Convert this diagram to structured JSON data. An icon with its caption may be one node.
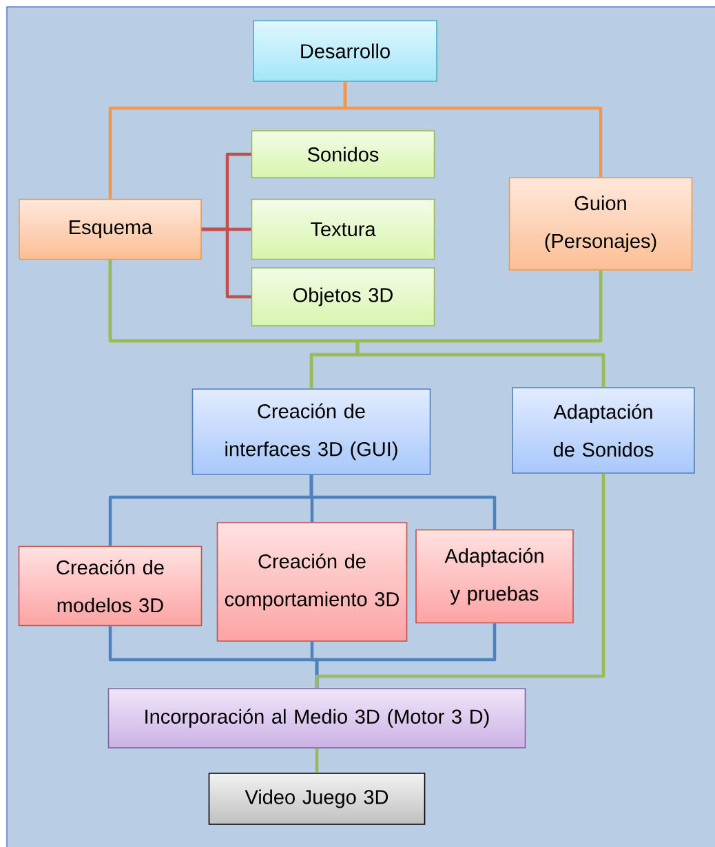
{
  "diagram": {
    "nodes": [
      {
        "text": [
          "Desarrollo"
        ]
      },
      {
        "text": [
          "Esquema"
        ]
      },
      {
        "text": [
          "Sonidos"
        ]
      },
      {
        "text": [
          "Textura"
        ]
      },
      {
        "text": [
          "Objetos 3D"
        ]
      },
      {
        "text": [
          "Guion (Personajes)"
        ]
      },
      {
        "text": [
          "Creación de interfaces 3D (GUI)"
        ]
      },
      {
        "text": [
          "Adaptación de Sonidos"
        ]
      },
      {
        "text": [
          "Creación de modelos 3D"
        ]
      },
      {
        "text": [
          "Creación de comportamiento 3D"
        ]
      },
      {
        "text": [
          "Adaptación y pruebas"
        ]
      },
      {
        "text": [
          "Incorporación al Medio 3D (Motor 3 D)"
        ]
      },
      {
        "text": [
          "Video Juego 3D"
        ]
      }
    ],
    "edges": [
      {
        "from": 0,
        "to": 1,
        "arrow": "none",
        "color": "#f79646"
      },
      {
        "from": 0,
        "to": 5,
        "arrow": "none",
        "color": "#f79646"
      },
      {
        "from": 1,
        "to": 2,
        "arrow": "none",
        "color": "#c0504d"
      },
      {
        "from": 1,
        "to": 3,
        "arrow": "none",
        "color": "#c0504d"
      },
      {
        "from": 1,
        "to": 4,
        "arrow": "none",
        "color": "#c0504d"
      },
      {
        "from": 1,
        "to": 6,
        "arrow": "none"
      },
      {
        "from": 1,
        "to": 7,
        "arrow": "none"
      },
      {
        "from": 5,
        "to": 6,
        "arrow": "none"
      },
      {
        "from": 5,
        "to": 7,
        "arrow": "none"
      },
      {
        "from": 6,
        "to": 8,
        "arrow": "none",
        "color": "#4f81bd"
      },
      {
        "from": 6,
        "to": 9,
        "arrow": "none",
        "color": "#4f81bd"
      },
      {
        "from": 6,
        "to": 10,
        "arrow": "none",
        "color": "#4f81bd"
      },
      {
        "from": 8,
        "to": 11,
        "arrow": "none",
        "color": "#4f81bd"
      },
      {
        "from": 9,
        "to": 11,
        "arrow": "none",
        "color": "#4f81bd"
      },
      {
        "from": 10,
        "to": 11,
        "arrow": "none",
        "color": "#4f81bd"
      },
      {
        "from": 7,
        "to": 11,
        "arrow": "none"
      },
      {
        "from": 11,
        "to": 12,
        "arrow": "none"
      }
    ]
  }
}
